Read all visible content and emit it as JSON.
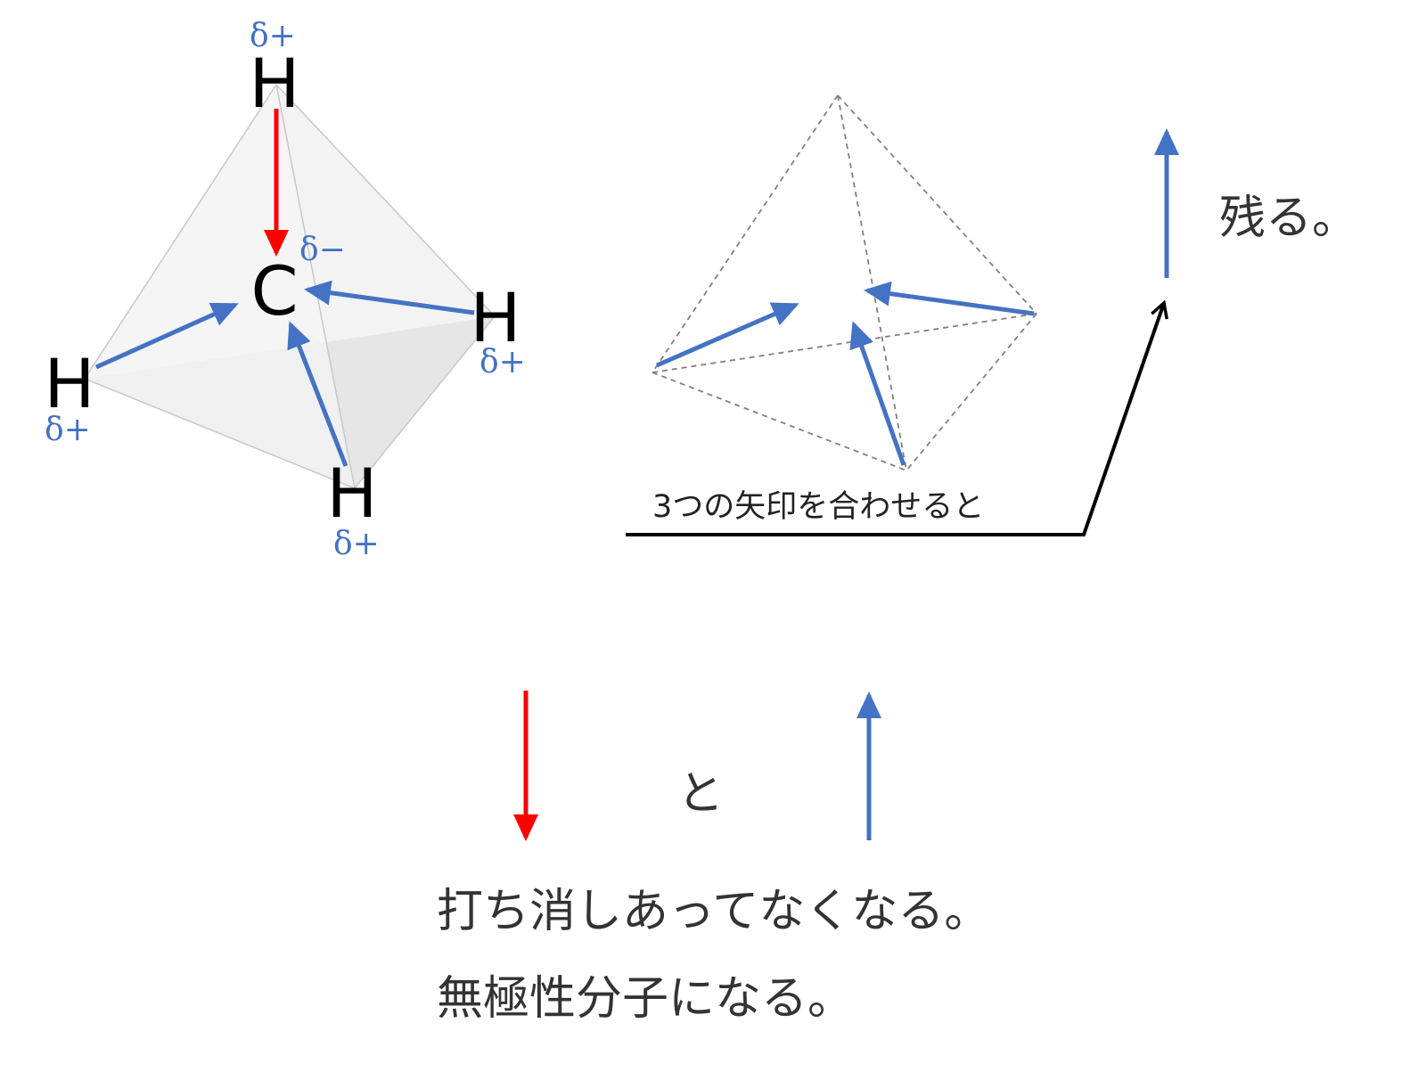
{
  "colors": {
    "blue": "#4472c4",
    "red": "#ff0000",
    "black": "#000000",
    "face": "#dcdcdc",
    "dashed": "#808080"
  },
  "molecule": {
    "atoms": {
      "carbon": "C",
      "h_top": "H",
      "h_left": "H",
      "h_right": "H",
      "h_bottom": "H"
    },
    "charges": {
      "carbon": "δ−",
      "h_top": "δ+",
      "h_left": "δ+",
      "h_right": "δ+",
      "h_bottom": "δ+"
    }
  },
  "annotations": {
    "combine": "3つの矢印を合わせると",
    "remains": "残る。",
    "and": "と",
    "cancel": "打ち消しあってなくなる。",
    "nonpolar": "無極性分子になる。"
  }
}
